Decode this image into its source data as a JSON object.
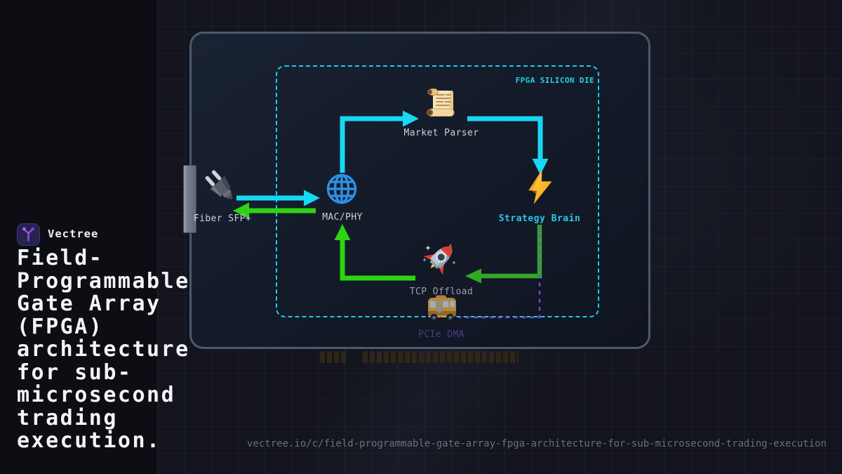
{
  "brand": {
    "name": "Vectree"
  },
  "title": {
    "text": "Field-Programmable Gate Array (FPGA) architecture for sub-microsecond trading execution."
  },
  "diagram": {
    "die_label": "FPGA SILICON DIE",
    "nodes": [
      {
        "id": "fiber",
        "label": "Fiber SFP+",
        "icon": "plug-icon"
      },
      {
        "id": "macphy",
        "label": "MAC/PHY",
        "icon": "globe-icon"
      },
      {
        "id": "parser",
        "label": "Market Parser",
        "icon": "scroll-icon"
      },
      {
        "id": "strategy",
        "label": "Strategy Brain",
        "icon": "lightning-icon"
      },
      {
        "id": "tcp",
        "label": "TCP Offload",
        "icon": "rocket-icon"
      },
      {
        "id": "pcie",
        "label": "PCIe DMA",
        "icon": "bus-icon"
      }
    ],
    "flows": [
      {
        "from": "fiber",
        "to": "macphy",
        "color": "cyan"
      },
      {
        "from": "macphy",
        "to": "fiber",
        "color": "green"
      },
      {
        "from": "macphy",
        "to": "parser",
        "color": "cyan"
      },
      {
        "from": "parser",
        "to": "strategy",
        "color": "cyan"
      },
      {
        "from": "strategy",
        "to": "tcp",
        "color": "green"
      },
      {
        "from": "tcp",
        "to": "macphy",
        "color": "green"
      },
      {
        "from": "strategy",
        "to": "pcie",
        "color": "purple-dashed"
      }
    ]
  },
  "footer": {
    "url": "vectree.io/c/field-programmable-gate-array-fpga-architecture-for-sub-microsecond-trading-execution"
  },
  "colors": {
    "accent_cyan": "#16d8f2",
    "accent_green": "#2ed414",
    "green_dark": "#31a826",
    "accent_purple": "#7c4fd6",
    "die_border": "#1ecbe9",
    "card_border": "#4b5a6e",
    "label_text": "#ccd2da"
  }
}
